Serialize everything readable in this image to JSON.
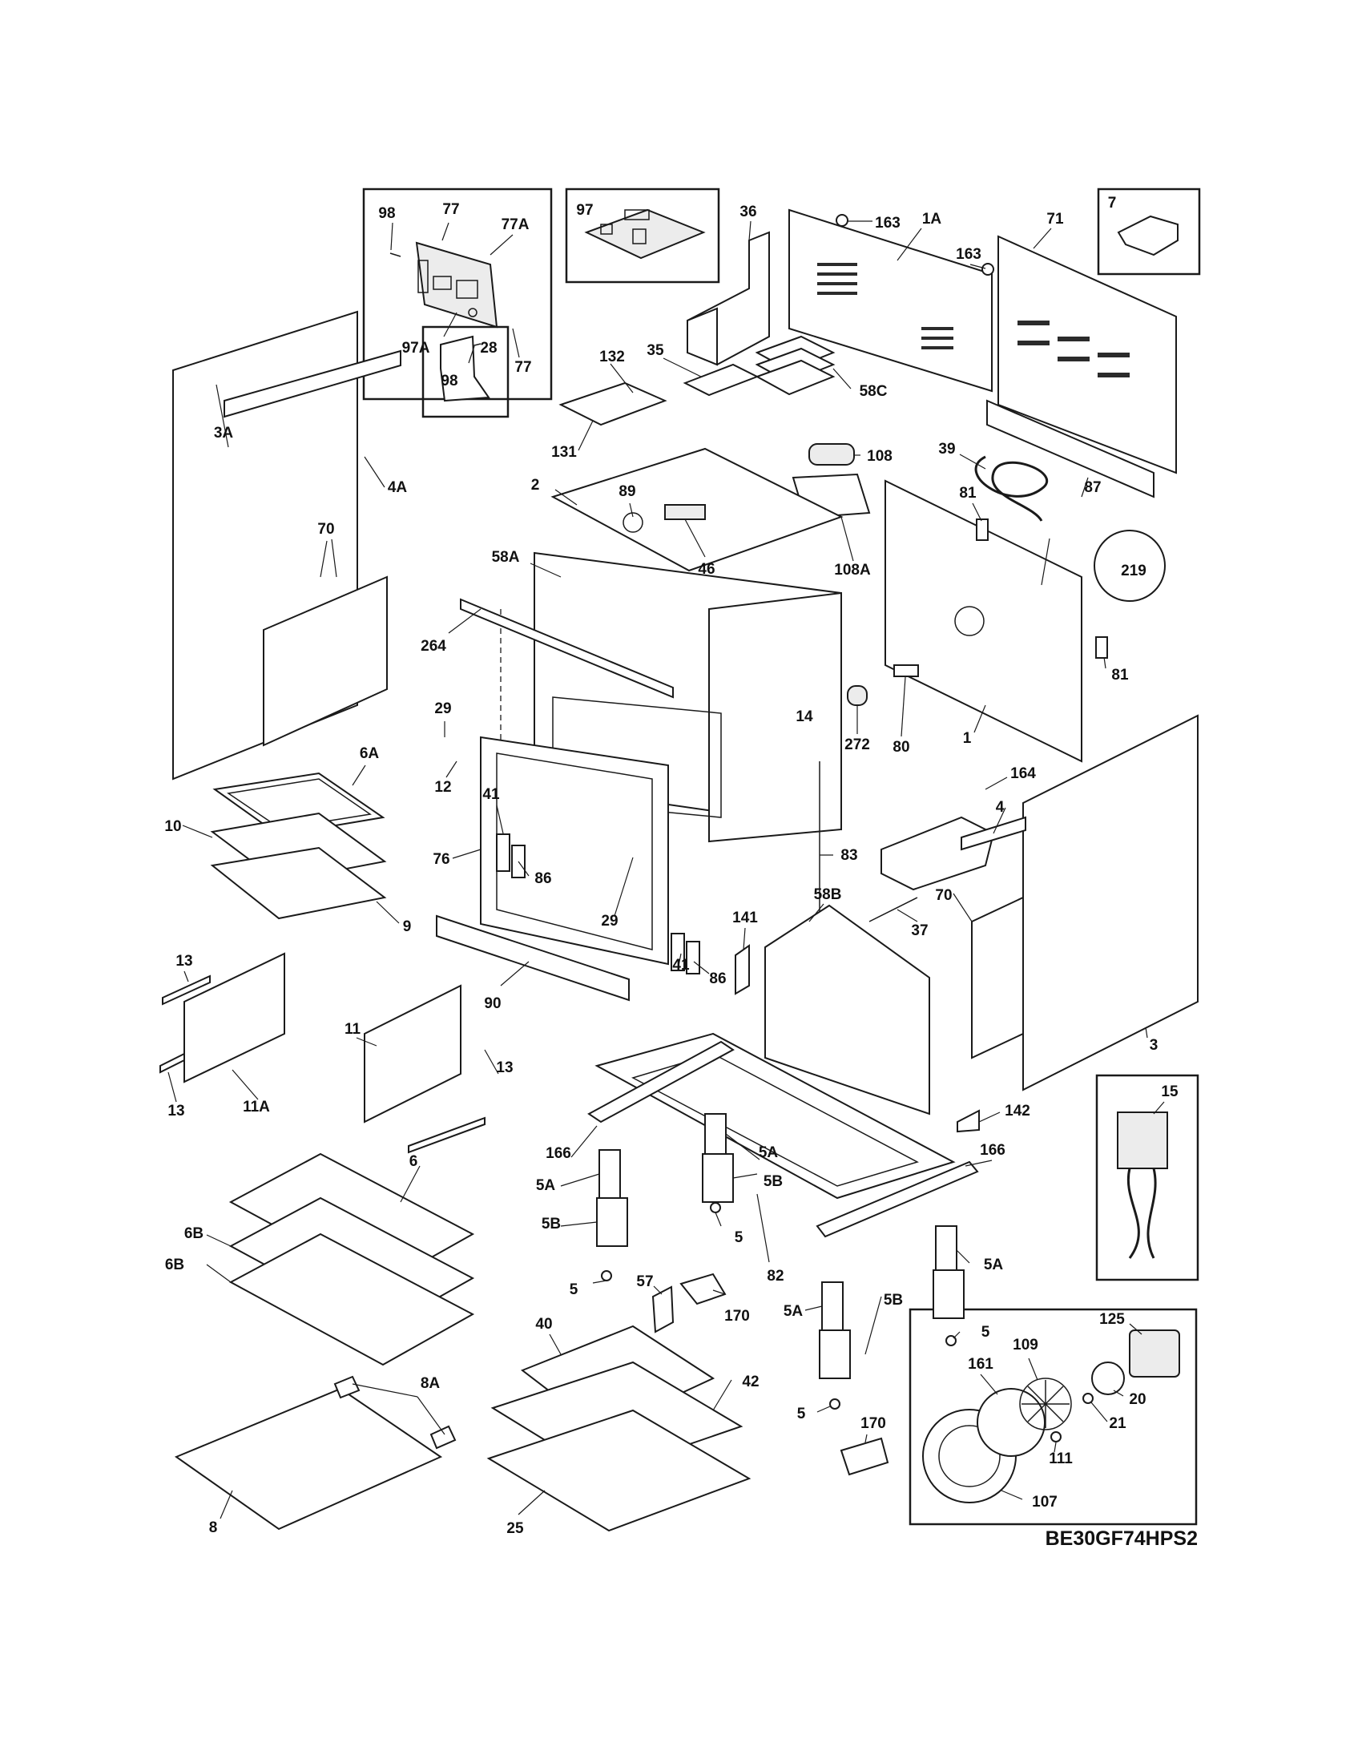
{
  "model_number": "BE30GF74HPS2",
  "callouts": {
    "c98a": "98",
    "c77a": "77",
    "c77A": "77A",
    "c97A": "97A",
    "c98b": "98",
    "c77b": "77",
    "c97": "97",
    "c36": "36",
    "c163a": "163",
    "c1A": "1A",
    "c163b": "163",
    "c71": "71",
    "c7": "7",
    "c132": "132",
    "c35": "35",
    "c58C": "58C",
    "c131": "131",
    "c108": "108",
    "c3A": "3A",
    "c4A": "4A",
    "c28": "28",
    "c2": "2",
    "c89": "89",
    "c46": "46",
    "c108A": "108A",
    "c39": "39",
    "c87": "87",
    "c81a": "81",
    "c219": "219",
    "c70a": "70",
    "c58A": "58A",
    "c264": "264",
    "c29a": "29",
    "c14": "14",
    "c272": "272",
    "c80": "80",
    "c1": "1",
    "c81b": "81",
    "c12": "12",
    "c6A": "6A",
    "c41a": "41",
    "c76": "76",
    "c86a": "86",
    "c10": "10",
    "c9": "9",
    "c29b": "29",
    "c83": "83",
    "c164": "164",
    "c4": "4",
    "c70b": "70",
    "c37": "37",
    "c58B": "58B",
    "c141": "141",
    "c90": "90",
    "c41b": "41",
    "c86b": "86",
    "c13a": "13",
    "c13b": "13",
    "c11A": "11A",
    "c11": "11",
    "c13c": "13",
    "c3": "3",
    "c15": "15",
    "c142": "142",
    "c166a": "166",
    "c166b": "166",
    "c5Aa": "5A",
    "c5Ab": "5A",
    "c5Ba": "5B",
    "c5Bb": "5B",
    "c5a": "5",
    "c5b": "5",
    "c6": "6",
    "c6Ba": "6B",
    "c6Bb": "6B",
    "c82": "82",
    "c5Ac": "5A",
    "c57": "57",
    "c170a": "170",
    "c5Ad": "5A",
    "c5Bc": "5B",
    "c5c": "5",
    "c5d": "5",
    "c40": "40",
    "c42": "42",
    "c8A": "8A",
    "c8": "8",
    "c25": "25",
    "c170b": "170",
    "c125": "125",
    "c109": "109",
    "c161": "161",
    "c20": "20",
    "c21": "21",
    "c111": "111",
    "c107": "107"
  }
}
